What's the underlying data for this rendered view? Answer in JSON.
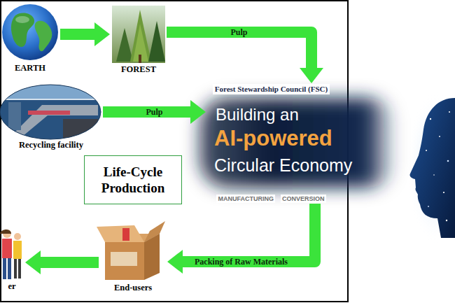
{
  "diagram": {
    "nodes": [
      {
        "text": [
          "EARTH"
        ]
      },
      {
        "text": [
          "FOREST"
        ]
      },
      {
        "text": [
          "Recycling facility"
        ]
      },
      {
        "text": [
          "Forest Stewardship Council (FSC)",
          "MANUFACTURING",
          "CONVERSION"
        ]
      },
      {
        "text": [
          "Life-Cycle Production"
        ]
      },
      {
        "text": [
          "End-users"
        ]
      },
      {
        "text": [
          "er"
        ]
      }
    ],
    "edges": [
      {
        "from": 0,
        "to": 1,
        "arrow": "to"
      },
      {
        "from": 1,
        "to": 3,
        "label": "Pulp",
        "arrow": "to"
      },
      {
        "from": 2,
        "to": 3,
        "label": "Pulp",
        "arrow": "to"
      },
      {
        "from": 3,
        "to": 5,
        "label": "Packing of Raw Materials",
        "arrow": "to"
      },
      {
        "from": 5,
        "to": 6,
        "arrow": "to"
      }
    ],
    "labels": [
      "Building an",
      "AI-powered",
      "Circular Economy"
    ]
  }
}
